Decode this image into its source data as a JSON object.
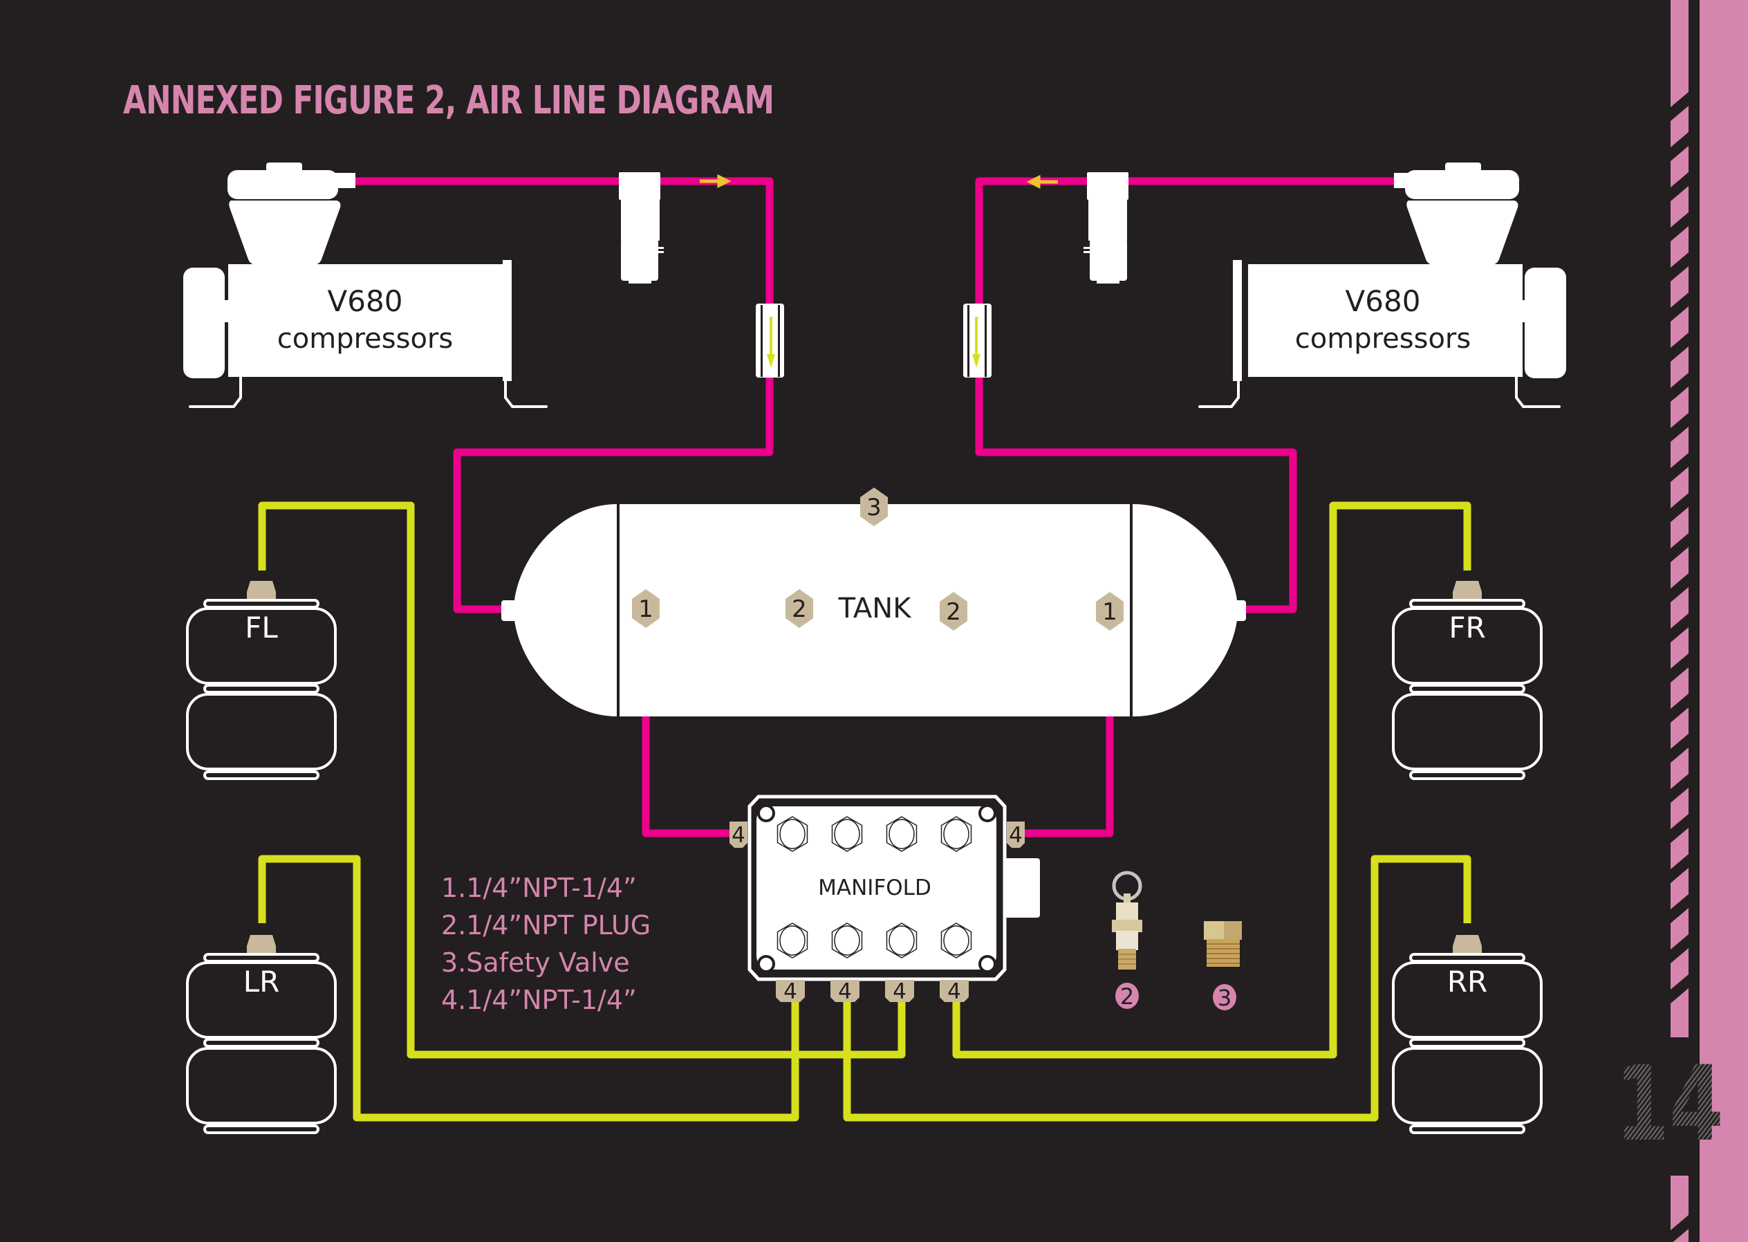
{
  "title": "ANNEXED FIGURE 2, AIR LINE DIAGRAM",
  "page_number": "14",
  "colors": {
    "background": "#231f20",
    "accent_pink": "#d685ae",
    "supply_line": "#ec008c",
    "bag_line": "#d7e01d",
    "fitting": "#c9b99c",
    "arrow": "#f2c12e"
  },
  "compressors": {
    "left": {
      "line1": "V680",
      "line2": "compressors"
    },
    "right": {
      "line1": "V680",
      "line2": "compressors"
    }
  },
  "tank": {
    "label": "TANK",
    "ports": {
      "safety_valve": "3",
      "plug_left": "2",
      "plug_right": "2",
      "outlet_left": "1",
      "outlet_right": "1"
    }
  },
  "manifold": {
    "label": "MANIFOLD",
    "fitting_label": "4"
  },
  "air_bags": {
    "fl": "FL",
    "fr": "FR",
    "lr": "LR",
    "rr": "RR"
  },
  "legend": [
    "1.1/4”NPT-1/4”",
    "2.1/4”NPT PLUG",
    "3.Safety Valve",
    "4.1/4”NPT-1/4”"
  ],
  "parts": {
    "safety_valve_badge": "2",
    "plug_badge": "3"
  }
}
